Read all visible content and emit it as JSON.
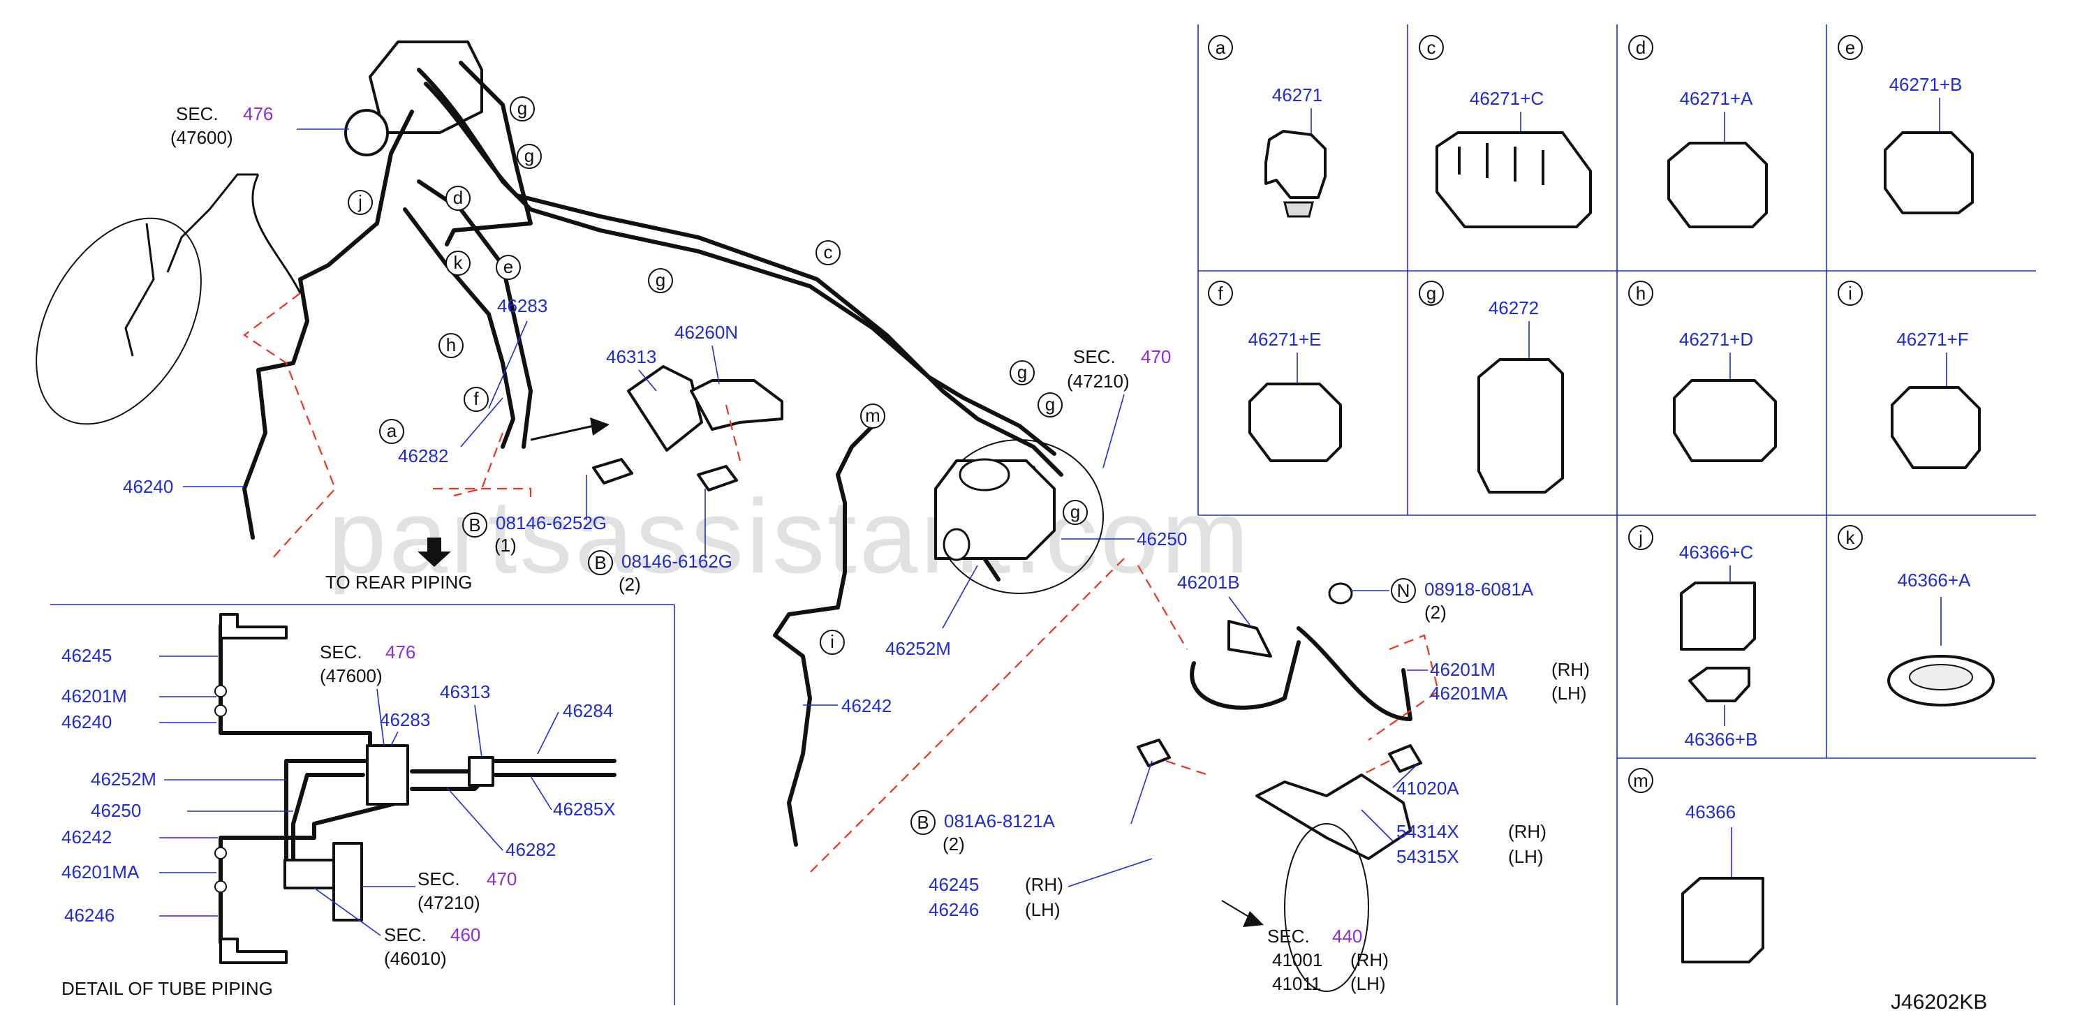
{
  "watermark": "partsassistant.com",
  "diagram_id": "J46202KB",
  "panels": [
    {
      "key": "a",
      "part": "46271"
    },
    {
      "key": "c",
      "part": "46271+C"
    },
    {
      "key": "d",
      "part": "46271+A"
    },
    {
      "key": "e",
      "part": "46271+B"
    },
    {
      "key": "f",
      "part": "46271+E"
    },
    {
      "key": "g",
      "part": "46272"
    },
    {
      "key": "h",
      "part": "46271+D"
    },
    {
      "key": "i",
      "part": "46271+F"
    },
    {
      "key": "j",
      "part": "46366+C",
      "part2": "46366+B"
    },
    {
      "key": "k",
      "part": "46366+A"
    },
    {
      "key": "m",
      "part": "46366"
    }
  ],
  "main": {
    "sec476": {
      "label": "SEC.",
      "num": "476",
      "code": "(47600)"
    },
    "sec470": {
      "label": "SEC.",
      "num": "470",
      "code": "(47210)"
    },
    "sec440": {
      "label": "SEC.",
      "num": "440"
    },
    "parts": {
      "p46283": "46283",
      "p46282": "46282",
      "p46240": "46240",
      "p46313": "46313",
      "p46260N": "46260N",
      "p46250": "46250",
      "p46252M": "46252M",
      "p46242": "46242",
      "p46201B": "46201B",
      "p46201M": "46201M",
      "p46201MA": "46201MA",
      "p41020A": "41020A",
      "p54314X": "54314X",
      "p54315X": "54315X",
      "p46245": "46245",
      "p46246": "46246",
      "p41001": "41001",
      "p41011": "41011"
    },
    "bolts": {
      "b1": {
        "letter": "B",
        "code": "08146-6252G",
        "qty": "(1)"
      },
      "b2": {
        "letter": "B",
        "code": "08146-6162G",
        "qty": "(2)"
      },
      "n1": {
        "letter": "N",
        "code": "08918-6081A",
        "qty": "(2)"
      },
      "b3": {
        "letter": "B",
        "code": "081A6-8121A",
        "qty": "(2)"
      }
    },
    "side": {
      "rh": "(RH)",
      "lh": "(LH)"
    },
    "to_rear": "TO   REAR    PIPING",
    "clip_letters": [
      "g",
      "g",
      "d",
      "j",
      "k",
      "e",
      "h",
      "f",
      "a",
      "g",
      "c",
      "g",
      "g",
      "m",
      "i"
    ]
  },
  "detail": {
    "title": "DETAIL   OF   TUBE   PIPING",
    "labels": {
      "d46245": "46245",
      "d46201M": "46201M",
      "d46240": "46240",
      "d46252M": "46252M",
      "d46250": "46250",
      "d46242": "46242",
      "d46201MA": "46201MA",
      "d46246": "46246",
      "d46283": "46283",
      "d46313": "46313",
      "d46284": "46284",
      "d46285X": "46285X",
      "d46282": "46282"
    },
    "sec476": {
      "label": "SEC.",
      "num": "476",
      "code": "(47600)"
    },
    "sec470": {
      "label": "SEC.",
      "num": "470",
      "code": "(47210)"
    },
    "sec460": {
      "label": "SEC.",
      "num": "460",
      "code": "(46010)"
    }
  }
}
